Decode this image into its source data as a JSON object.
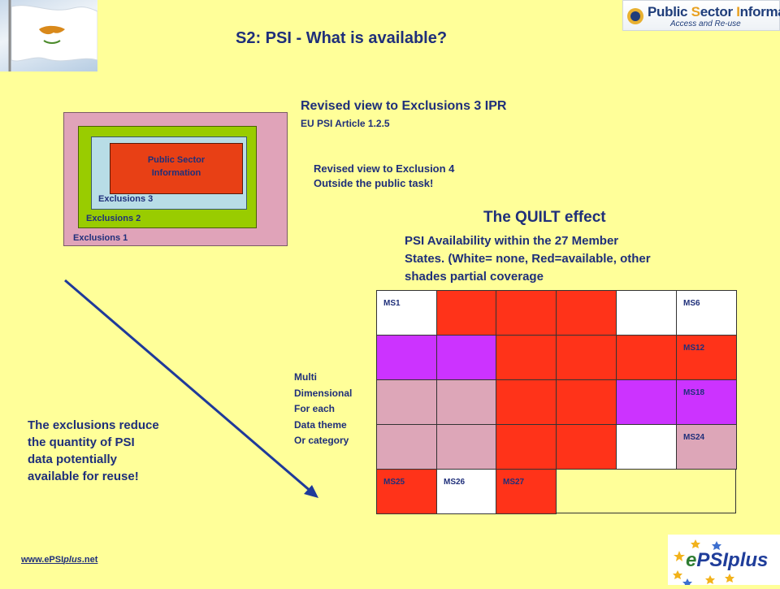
{
  "title": "S2: PSI - What is available?",
  "logo": {
    "line1_a": "Public ",
    "line1_b": "S",
    "line1_c": "ector ",
    "line1_d": "I",
    "line1_e": "nformation",
    "line2": "Access and Re-use"
  },
  "nested": {
    "center_line1": "Public Sector",
    "center_line2": "Information",
    "exclusions3": "Exclusions  3",
    "exclusions2": "Exclusions  2",
    "exclusions1": "Exclusions  1"
  },
  "revised3": {
    "heading": "Revised view to Exclusions 3 IPR",
    "sub": "EU PSI Article 1.2.5"
  },
  "revised4": {
    "line1": "Revised view to Exclusion 4",
    "line2": "Outside the public task!"
  },
  "quilt": {
    "title": "The QUILT effect",
    "desc1": "PSI Availability within the 27 Member",
    "desc2": "States. (White= none, Red=available, other",
    "desc3": " shades partial coverage",
    "colors": {
      "white": "#ffffff",
      "red": "#ff3319",
      "magenta": "#cc33ff",
      "pink": "#dda6b8"
    },
    "rows": [
      [
        {
          "c": "white",
          "label": "MS1"
        },
        {
          "c": "red",
          "label": ""
        },
        {
          "c": "red",
          "label": ""
        },
        {
          "c": "red",
          "label": ""
        },
        {
          "c": "white",
          "label": ""
        },
        {
          "c": "white",
          "label": "MS6"
        }
      ],
      [
        {
          "c": "magenta",
          "label": ""
        },
        {
          "c": "magenta",
          "label": ""
        },
        {
          "c": "red",
          "label": ""
        },
        {
          "c": "red",
          "label": ""
        },
        {
          "c": "red",
          "label": ""
        },
        {
          "c": "red",
          "label": "MS12"
        }
      ],
      [
        {
          "c": "pink",
          "label": ""
        },
        {
          "c": "pink",
          "label": ""
        },
        {
          "c": "red",
          "label": ""
        },
        {
          "c": "red",
          "label": ""
        },
        {
          "c": "magenta",
          "label": ""
        },
        {
          "c": "magenta",
          "label": "MS18"
        }
      ],
      [
        {
          "c": "pink",
          "label": ""
        },
        {
          "c": "pink",
          "label": ""
        },
        {
          "c": "red",
          "label": ""
        },
        {
          "c": "red",
          "label": ""
        },
        {
          "c": "white",
          "label": ""
        },
        {
          "c": "pink",
          "label": "MS24"
        }
      ],
      [
        {
          "c": "red",
          "label": "MS25"
        },
        {
          "c": "white",
          "label": "MS26"
        },
        {
          "c": "red",
          "label": "MS27"
        }
      ]
    ]
  },
  "multi": {
    "l1": "Multi",
    "l2": "Dimensional",
    "l3": "For each",
    "l4": "Data theme",
    "l5": "Or category"
  },
  "reduce": {
    "l1": "The exclusions reduce",
    "l2": " the quantity of PSI",
    "l3": " data potentially",
    "l4": " available for reuse!"
  },
  "footer": {
    "link_a": "www.ePSI",
    "link_b": "plus",
    "link_c": ".net"
  },
  "epsi_logo": {
    "text_a": "e",
    "text_b": "PSI",
    "text_c": "plus"
  }
}
